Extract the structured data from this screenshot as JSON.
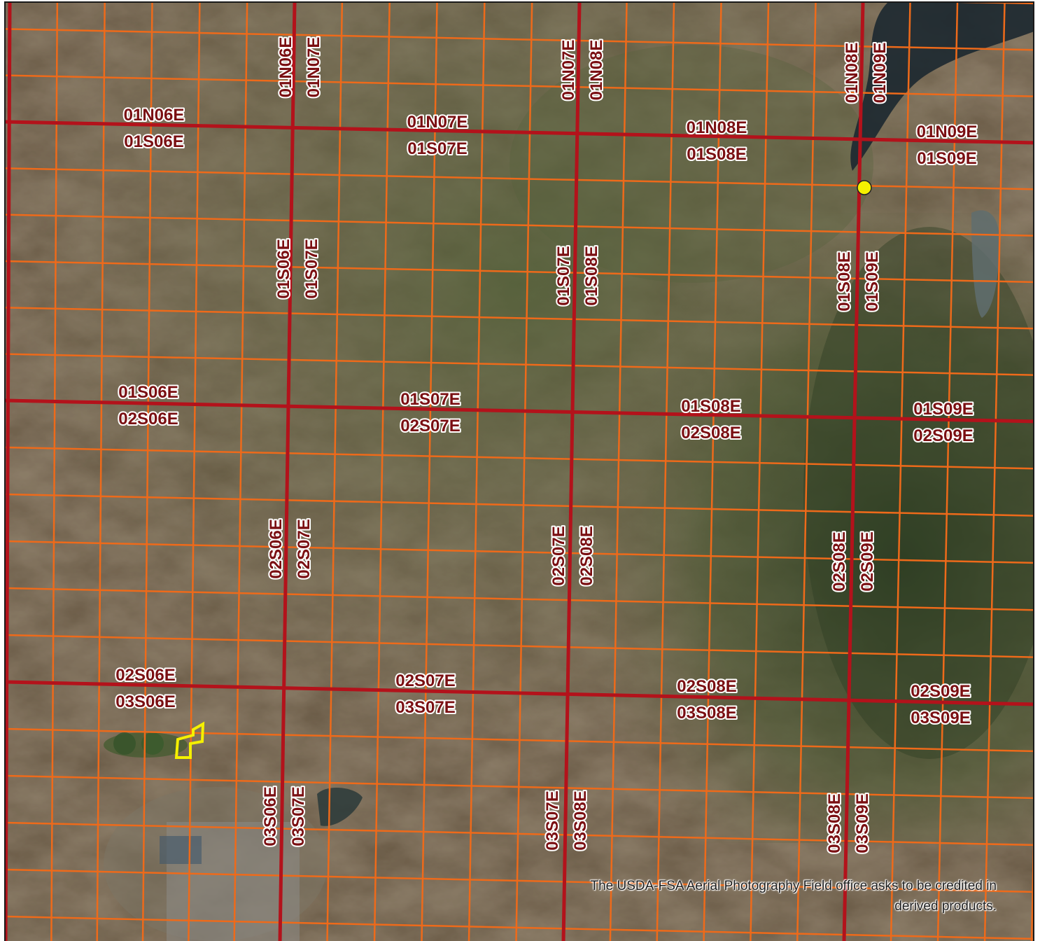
{
  "map": {
    "basemap": "aerial imagery",
    "colors": {
      "section_lines": "#ee6a1a",
      "township_lines": "#b3121b",
      "label_text": "#7a0f12",
      "label_halo": "#ffffff",
      "parcel_outline": "#f5f000",
      "point_marker": "#f5f000",
      "water": "#1d2a30"
    },
    "township_labels": [
      {
        "id": "n-06",
        "lines": [
          "01N06E",
          "01S06E"
        ],
        "orientation": "horizontal"
      },
      {
        "id": "n-07",
        "lines": [
          "01N07E",
          "01S07E"
        ],
        "orientation": "horizontal"
      },
      {
        "id": "n-08",
        "lines": [
          "01N08E",
          "01S08E"
        ],
        "orientation": "horizontal"
      },
      {
        "id": "n-09",
        "lines": [
          "01N09E",
          "01S09E"
        ],
        "orientation": "horizontal"
      },
      {
        "id": "s1-06",
        "lines": [
          "01S06E",
          "02S06E"
        ],
        "orientation": "horizontal"
      },
      {
        "id": "s1-07",
        "lines": [
          "01S07E",
          "02S07E"
        ],
        "orientation": "horizontal"
      },
      {
        "id": "s1-08",
        "lines": [
          "01S08E",
          "02S08E"
        ],
        "orientation": "horizontal"
      },
      {
        "id": "s1-09",
        "lines": [
          "01S09E",
          "02S09E"
        ],
        "orientation": "horizontal"
      },
      {
        "id": "s2-06",
        "lines": [
          "02S06E",
          "03S06E"
        ],
        "orientation": "horizontal"
      },
      {
        "id": "s2-07",
        "lines": [
          "02S07E",
          "03S07E"
        ],
        "orientation": "horizontal"
      },
      {
        "id": "s2-08",
        "lines": [
          "02S08E",
          "03S08E"
        ],
        "orientation": "horizontal"
      },
      {
        "id": "s2-09",
        "lines": [
          "02S09E",
          "03S09E"
        ],
        "orientation": "horizontal"
      },
      {
        "id": "v-n-0607",
        "lines": [
          "01N06E",
          "01N07E"
        ],
        "orientation": "vertical"
      },
      {
        "id": "v-n-0708",
        "lines": [
          "01N07E",
          "01N08E"
        ],
        "orientation": "vertical"
      },
      {
        "id": "v-n-0809",
        "lines": [
          "01N08E",
          "01N09E"
        ],
        "orientation": "vertical"
      },
      {
        "id": "v-s1-0607",
        "lines": [
          "01S06E",
          "01S07E"
        ],
        "orientation": "vertical"
      },
      {
        "id": "v-s1-0708",
        "lines": [
          "01S07E",
          "01S08E"
        ],
        "orientation": "vertical"
      },
      {
        "id": "v-s1-0809",
        "lines": [
          "01S08E",
          "01S09E"
        ],
        "orientation": "vertical"
      },
      {
        "id": "v-s2-0607",
        "lines": [
          "02S06E",
          "02S07E"
        ],
        "orientation": "vertical"
      },
      {
        "id": "v-s2-0708",
        "lines": [
          "02S07E",
          "02S08E"
        ],
        "orientation": "vertical"
      },
      {
        "id": "v-s2-0809",
        "lines": [
          "02S08E",
          "02S09E"
        ],
        "orientation": "vertical"
      },
      {
        "id": "v-s3-0607",
        "lines": [
          "03S06E",
          "03S07E"
        ],
        "orientation": "vertical"
      },
      {
        "id": "v-s3-0708",
        "lines": [
          "03S07E",
          "03S08E"
        ],
        "orientation": "vertical"
      },
      {
        "id": "v-s3-0809",
        "lines": [
          "03S08E",
          "03S09E"
        ],
        "orientation": "vertical"
      }
    ],
    "credit": {
      "line1": "The USDA-FSA Aerial Photography Field office asks to be credited in",
      "line2": "derived products."
    }
  }
}
